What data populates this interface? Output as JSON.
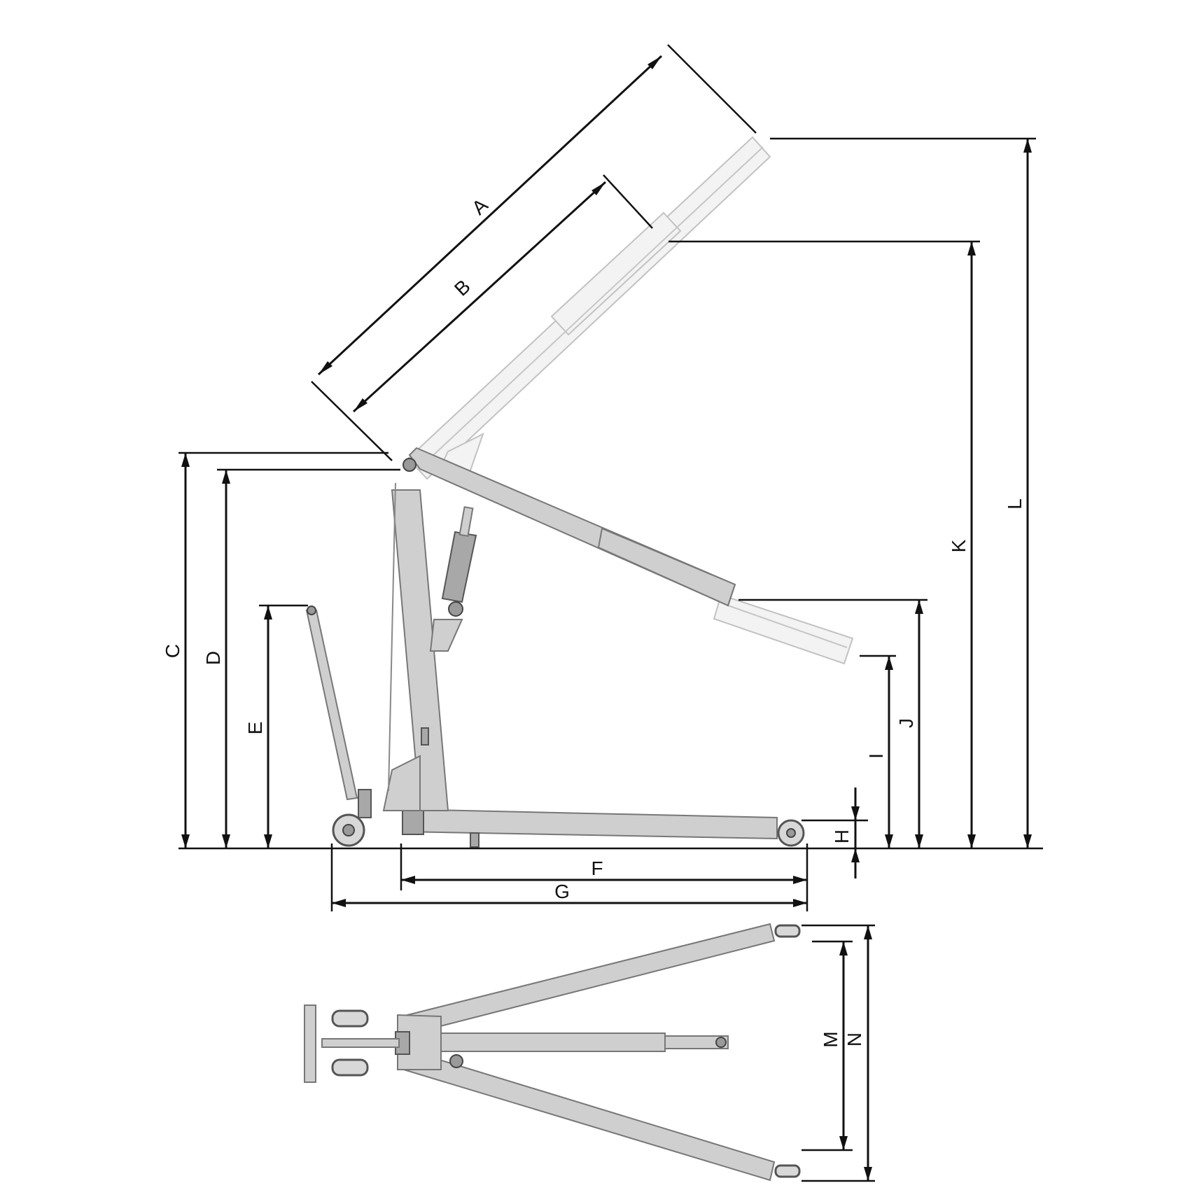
{
  "diagram": {
    "dimension_labels": {
      "a": "A",
      "b": "B",
      "c": "C",
      "d": "D",
      "e": "E",
      "f": "F",
      "g": "G",
      "h": "H",
      "i": "I",
      "j": "J",
      "k": "K",
      "l": "L",
      "m": "M",
      "n": "N"
    }
  }
}
